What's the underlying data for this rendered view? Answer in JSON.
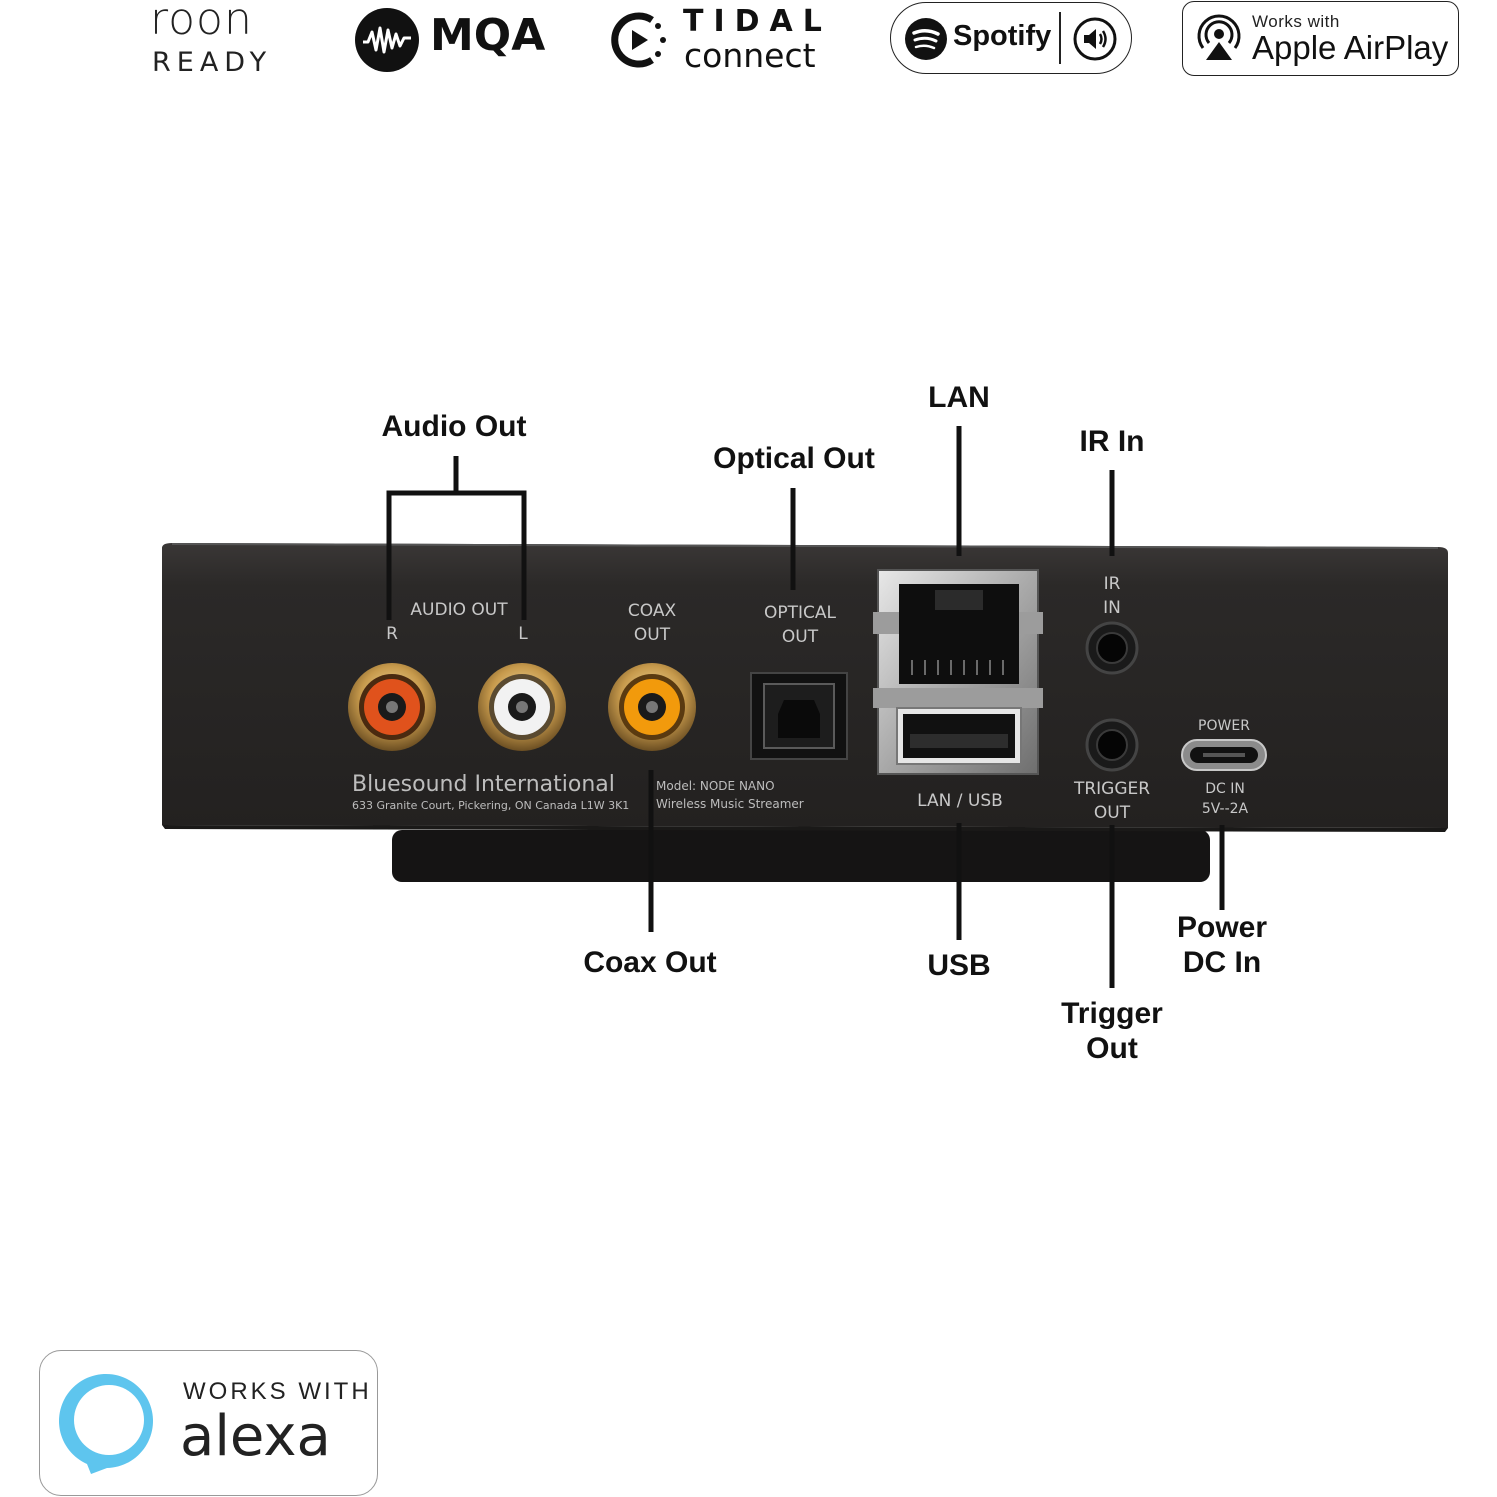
{
  "badges": {
    "roon": {
      "word": "roon",
      "sub": "READY"
    },
    "mqa": {
      "text": "MQA"
    },
    "tidal": {
      "top": "TIDAL",
      "bottom": "connect"
    },
    "spotify": {
      "text": "Spotify"
    },
    "airplay": {
      "small": "Works with",
      "big": "Apple AirPlay"
    },
    "alexa": {
      "works": "WORKS WITH",
      "word": "alexa"
    }
  },
  "panel_labels": {
    "audio_out": "AUDIO OUT",
    "r": "R",
    "l": "L",
    "coax": [
      "COAX",
      "OUT"
    ],
    "optical": [
      "OPTICAL",
      "OUT"
    ],
    "ir": [
      "IR",
      "IN"
    ],
    "power": "POWER",
    "lan_usb": "LAN / USB",
    "trigger": [
      "TRIGGER",
      "OUT"
    ],
    "dc": [
      "DC  IN",
      "5V--2A"
    ],
    "brand": "Bluesound International",
    "address": "633 Granite Court, Pickering, ON Canada L1W 3K1",
    "model": "Model:  NODE NANO",
    "model_desc": "Wireless Music Streamer"
  },
  "callouts": {
    "audio_out": "Audio Out",
    "optical_out": "Optical Out",
    "lan": "LAN",
    "ir_in": "IR In",
    "coax_out": "Coax Out",
    "usb": "USB",
    "trigger_out": [
      "Trigger",
      "Out"
    ],
    "power_dc_in": [
      "Power",
      "DC In"
    ]
  },
  "colors": {
    "device_body": "#2a2827",
    "rca_right": "#e0521c",
    "rca_left": "#f2f2f2",
    "rca_coax": "#f29a0c",
    "alexa_ring": "#5ec5ee",
    "background": "#ffffff"
  }
}
